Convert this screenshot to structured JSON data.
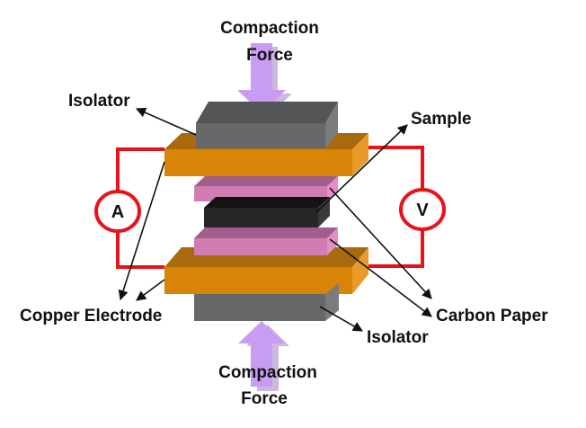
{
  "diagram": {
    "title": "Through-plane conductivity measurement setup",
    "labels": {
      "top_force_line1": "Compaction",
      "top_force_line2": "Force",
      "bottom_force_line1": "Compaction",
      "bottom_force_line2": "Force",
      "isolator_top": "Isolator",
      "isolator_bottom": "Isolator",
      "sample": "Sample",
      "carbon_paper": "Carbon Paper",
      "copper_electrode": "Copper Electrode",
      "ammeter": "A",
      "voltmeter": "V"
    },
    "colors": {
      "isolator": "#66686a",
      "copper": "#d88407",
      "carbon_paper": "#d17cb2",
      "sample": "#262626",
      "wire": "#e8121a",
      "force_arrow": "#c89cf2",
      "label_text": "#111111"
    },
    "layers_top_to_bottom": [
      "Isolator",
      "Copper Electrode",
      "Carbon Paper",
      "Sample",
      "Carbon Paper",
      "Copper Electrode",
      "Isolator"
    ]
  }
}
